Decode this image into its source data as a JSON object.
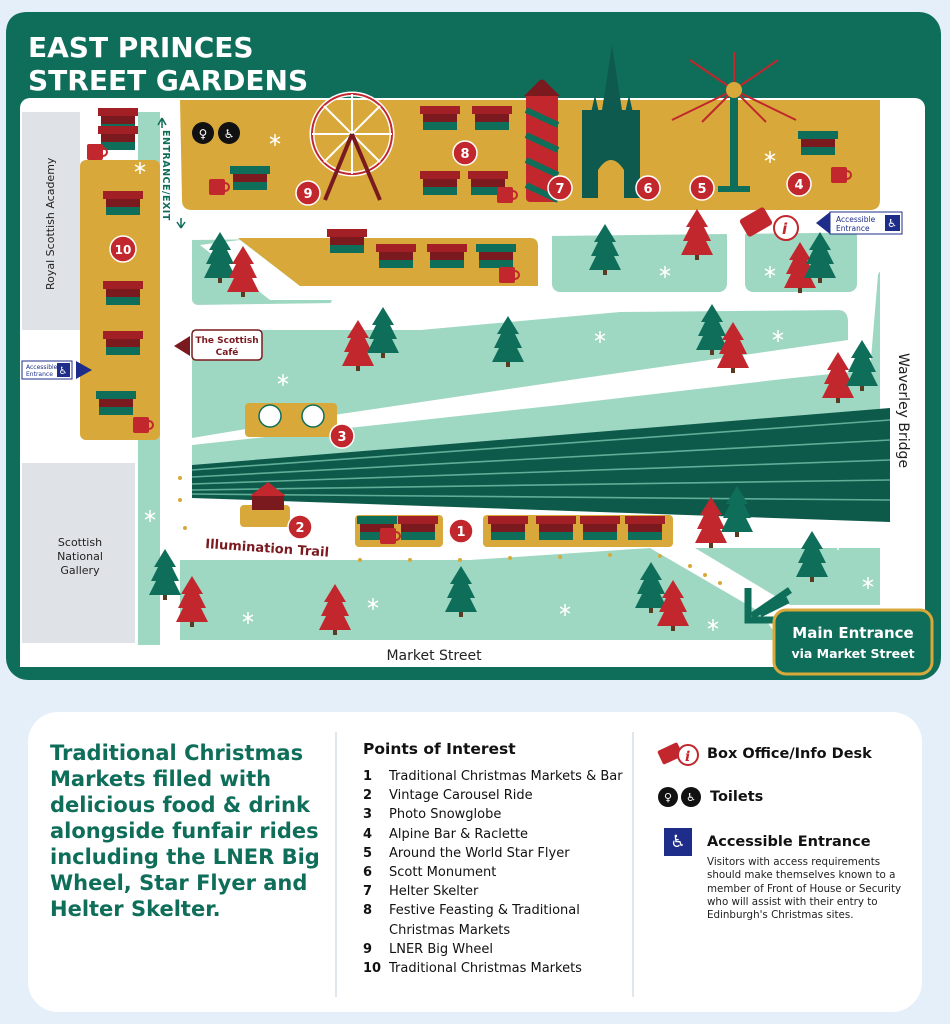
{
  "map": {
    "title_line1": "EAST PRINCES",
    "title_line2": "STREET GARDENS",
    "labels": {
      "royal_scottish_academy": "Royal Scottish Academy",
      "entrance_exit": "ENTRANCE/EXIT",
      "scottish_cafe_line1": "The Scottish",
      "scottish_cafe_line2": "Café",
      "accessible_entrance_line1": "Accessible",
      "accessible_entrance_line2": "Entrance",
      "scottish_national_gallery_line1": "Scottish",
      "scottish_national_gallery_line2": "National",
      "scottish_national_gallery_line3": "Gallery",
      "illumination_trail": "Illumination Trail",
      "market_street": "Market Street",
      "waverley_bridge": "Waverley Bridge",
      "main_entrance_line1": "Main Entrance",
      "main_entrance_line2": "via Market Street"
    },
    "markers": [
      "1",
      "2",
      "3",
      "4",
      "5",
      "6",
      "7",
      "8",
      "9",
      "10"
    ],
    "colors": {
      "frame": "#0f6e5a",
      "lawn": "#9fd8c2",
      "mustard": "#d8a93a",
      "path": "#ffffff",
      "marker": "#c1272d",
      "track": "#0d5a4b"
    }
  },
  "info": {
    "tagline": "Traditional Christmas Markets filled with delicious food & drink alongside funfair rides including the LNER Big Wheel, Star Flyer and Helter Skelter.",
    "poi_title": "Points of Interest",
    "poi": [
      {
        "num": "1",
        "label": "Traditional Christmas Markets & Bar"
      },
      {
        "num": "2",
        "label": "Vintage Carousel Ride"
      },
      {
        "num": "3",
        "label": "Photo Snowglobe"
      },
      {
        "num": "4",
        "label": "Alpine Bar & Raclette"
      },
      {
        "num": "5",
        "label": "Around the World Star Flyer"
      },
      {
        "num": "6",
        "label": "Scott Monument"
      },
      {
        "num": "7",
        "label": "Helter Skelter"
      },
      {
        "num": "8",
        "label": "Festive Feasting & Traditional Christmas Markets"
      },
      {
        "num": "9",
        "label": "LNER Big Wheel"
      },
      {
        "num": "10",
        "label": "Traditional Christmas Markets"
      }
    ],
    "legend": {
      "box_office": "Box Office/Info Desk",
      "toilets": "Toilets",
      "accessible": "Accessible Entrance",
      "accessible_note": "Visitors with access requirements should make themselves known to a member of Front of House or Security who will assist with their entry to Edinburgh's Christmas sites."
    },
    "icons": [
      "ticket-info-icon",
      "toilet-icon",
      "wheelchair-icon"
    ]
  }
}
